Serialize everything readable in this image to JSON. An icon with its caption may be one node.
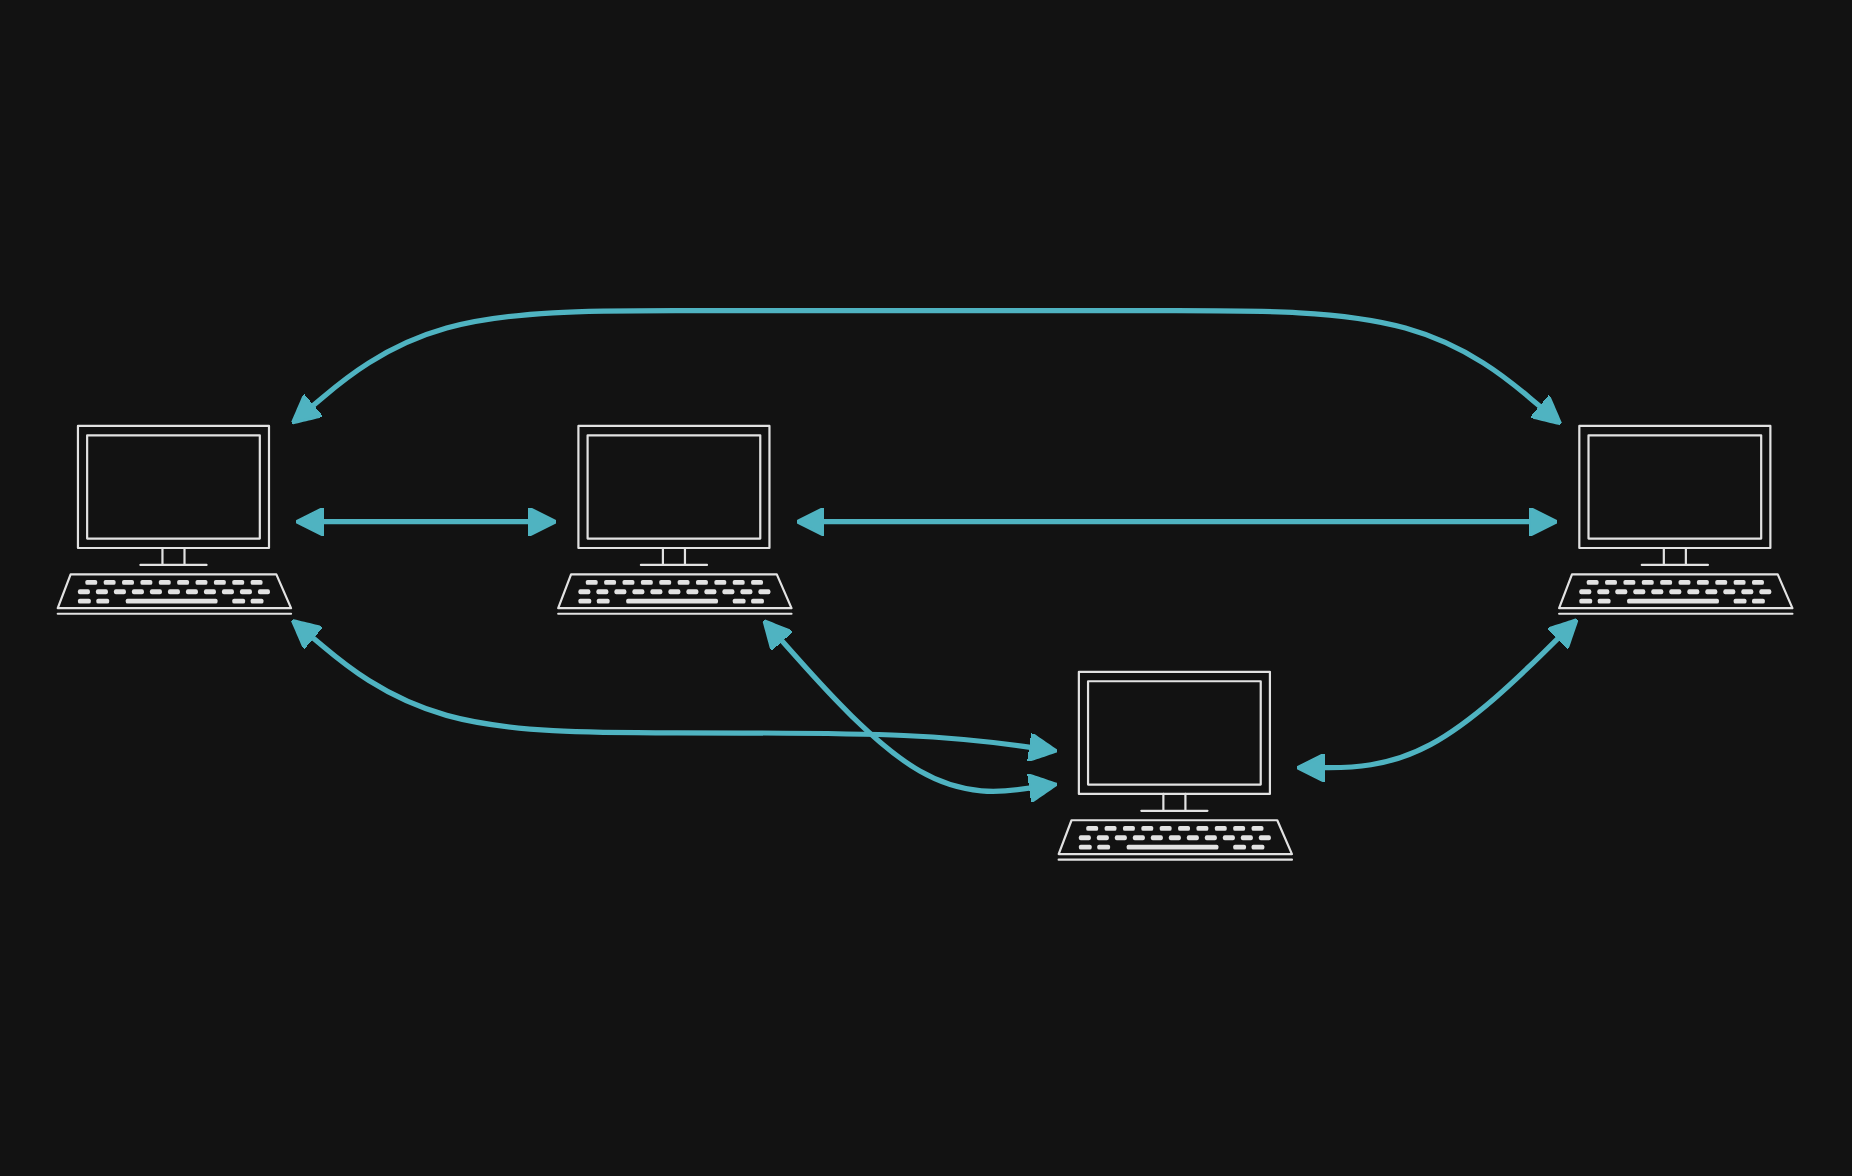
{
  "diagram": {
    "nodes": [
      {
        "text": [],
        "shape": "picture"
      },
      {
        "text": [],
        "shape": "picture"
      },
      {
        "text": [],
        "shape": "picture"
      },
      {
        "text": [],
        "shape": "picture"
      }
    ],
    "edges": [
      {
        "from": 0,
        "to": 1,
        "arrow": "both"
      },
      {
        "from": 0,
        "to": 2,
        "arrow": "both"
      },
      {
        "from": 0,
        "to": 3,
        "arrow": "both"
      },
      {
        "from": 1,
        "to": 2,
        "arrow": "both"
      },
      {
        "from": 1,
        "to": 3,
        "arrow": "both"
      },
      {
        "from": 2,
        "to": 3,
        "arrow": "both"
      }
    ]
  }
}
